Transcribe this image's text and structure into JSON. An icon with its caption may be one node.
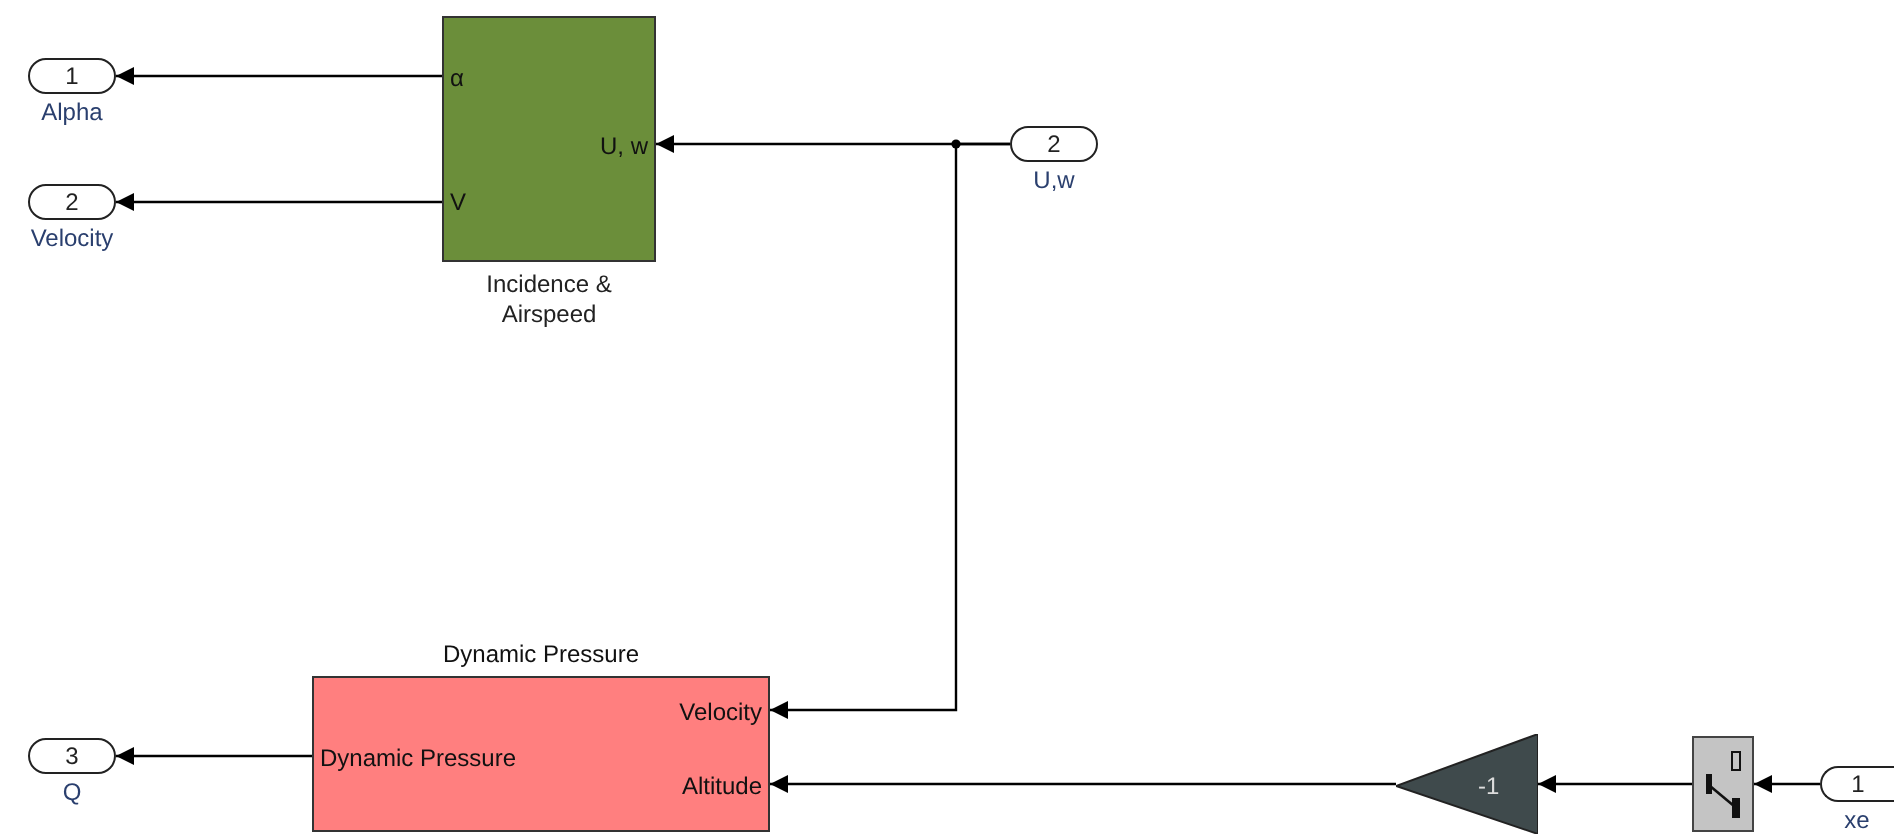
{
  "diagram": {
    "nodes": [
      {
        "text": [
          "1"
        ],
        "beside": [
          "Alpha"
        ]
      },
      {
        "text": [
          "2"
        ],
        "beside": [
          "Velocity"
        ]
      },
      {
        "text": [
          "α",
          "V",
          "U, w"
        ],
        "beside": [
          "Incidence & Airspeed"
        ]
      },
      {
        "text": [
          "2"
        ],
        "beside": [
          "U,w"
        ]
      },
      {
        "text": [
          "3"
        ],
        "beside": [
          "Q"
        ]
      },
      {
        "text": [
          "Dynamic Pressure",
          "Velocity",
          "Dynamic Pressure",
          "Altitude"
        ]
      },
      {
        "text": [
          "-1"
        ]
      },
      {
        "text": [],
        "shape": "box"
      },
      {
        "text": [
          "1"
        ],
        "beside": [
          "xe"
        ]
      }
    ],
    "edges": [
      {
        "from": 2,
        "to": 0,
        "arrow": "to"
      },
      {
        "from": 2,
        "to": 1,
        "arrow": "to"
      },
      {
        "from": 3,
        "to": 2,
        "arrow": "to"
      },
      {
        "from": 3,
        "to": 5,
        "arrow": "to"
      },
      {
        "from": 5,
        "to": 4,
        "arrow": "to"
      },
      {
        "from": 6,
        "to": 5,
        "arrow": "to"
      },
      {
        "from": 7,
        "to": 6,
        "arrow": "to"
      },
      {
        "from": 8,
        "to": 7,
        "arrow": "to"
      }
    ]
  }
}
